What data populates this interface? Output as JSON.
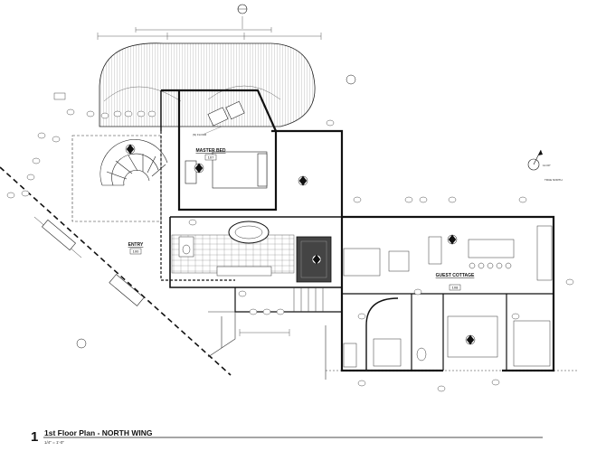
{
  "drawing": {
    "number": "1",
    "title": "1st Floor Plan - NORTH WING",
    "scale": "1/4\" = 1'-0\""
  },
  "rooms": [
    {
      "id": "master_bed",
      "name": "MASTER BED",
      "number": "107"
    },
    {
      "id": "entry",
      "name": "ENTRY",
      "number": "100"
    },
    {
      "id": "guest_cottage",
      "name": "GUEST COTTAGE",
      "number": "108"
    }
  ],
  "annotations": {
    "floor_note": "(N) FLOOR",
    "true_north": "TRUE NORTH",
    "true_north_angle": "12.00°"
  },
  "colors": {
    "line": "#1a1a1a",
    "wall_fill": "#ffffff",
    "dark_fill": "#333333",
    "hatch": "#555555"
  }
}
